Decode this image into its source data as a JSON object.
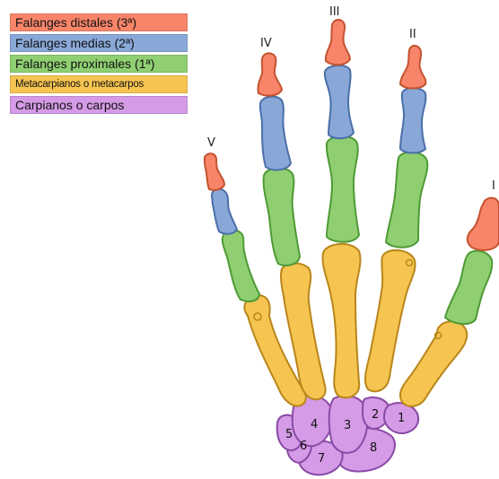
{
  "legend": [
    {
      "label": "Falanges distales (3ª)",
      "color": "#f8856a",
      "stroke": "#c4532f"
    },
    {
      "label": "Falanges medias (2ª)",
      "color": "#89a8d8",
      "stroke": "#4a6fa8"
    },
    {
      "label": "Falanges proximales (1ª)",
      "color": "#8fcf72",
      "stroke": "#4f9a36"
    },
    {
      "label": "Metacarpianos o metacarpos",
      "color": "#f6c451",
      "stroke": "#b8861a"
    },
    {
      "label": "Carpianos o carpos",
      "color": "#d59be6",
      "stroke": "#8a4aa6"
    }
  ],
  "finger_labels": [
    "I",
    "II",
    "III",
    "IV",
    "V"
  ],
  "carpal_numbers": [
    "1",
    "2",
    "3",
    "4",
    "5",
    "6",
    "7",
    "8"
  ]
}
